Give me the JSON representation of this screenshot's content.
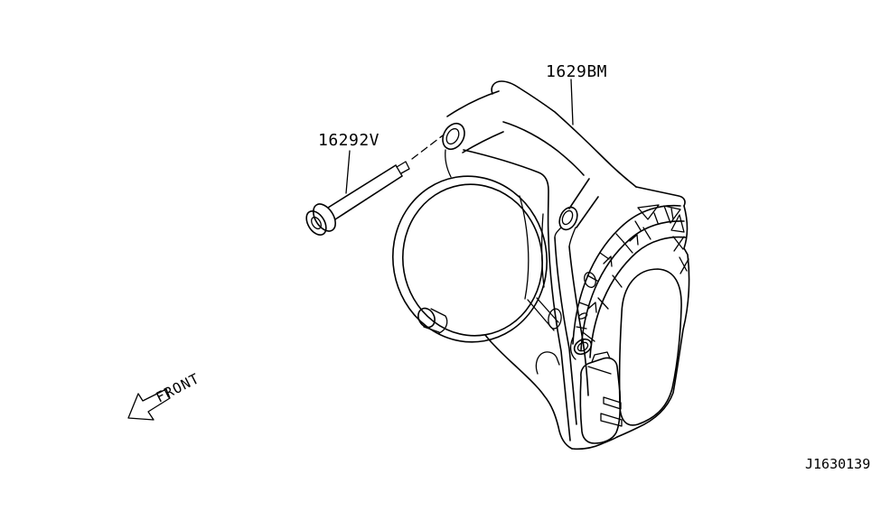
{
  "diagram": {
    "type": "exploded-parts-line-drawing",
    "labels": {
      "bolt_code": "16292V",
      "body_code": "1629BM",
      "front": "FRONT",
      "figure_id": "J1630139"
    },
    "parts": [
      {
        "code": "16292V",
        "shape": "flange-bolt"
      },
      {
        "code": "1629BM",
        "shape": "throttle-chamber-body"
      }
    ],
    "colors": {
      "line": "#000000",
      "background": "#ffffff"
    }
  }
}
